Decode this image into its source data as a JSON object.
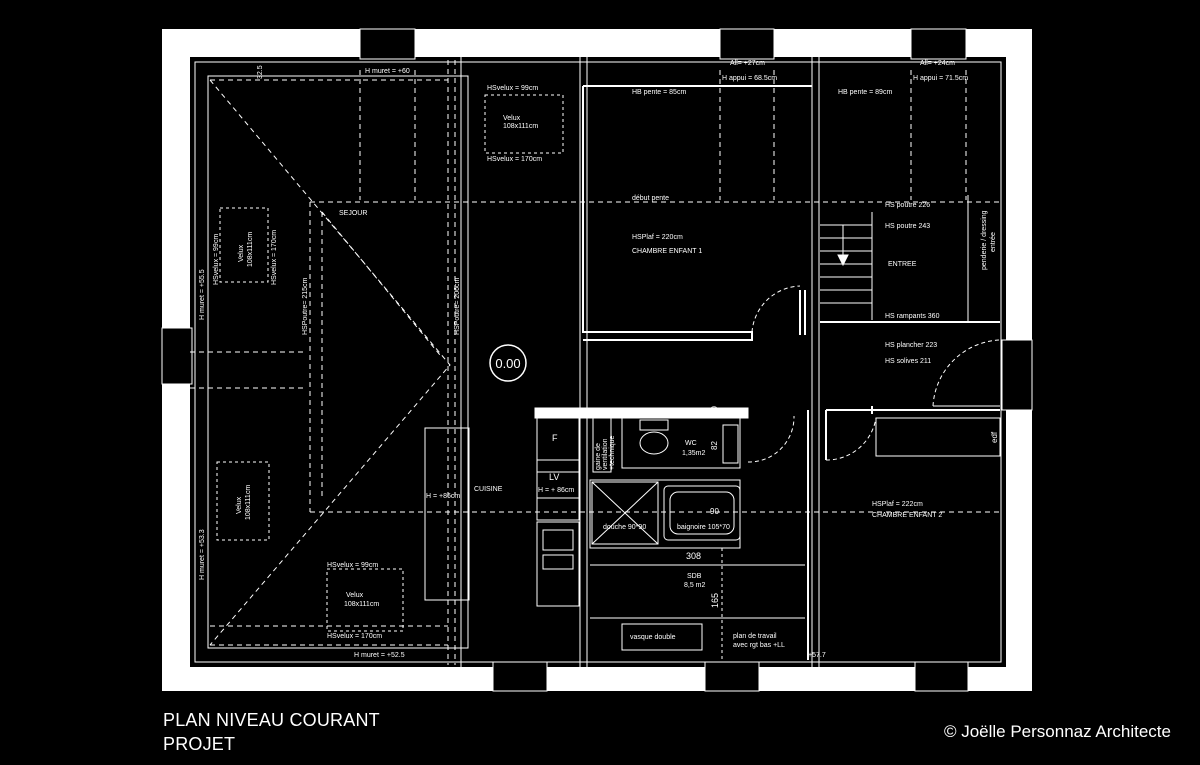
{
  "title": {
    "line1": "PLAN NIVEAU COURANT",
    "line2": "PROJET"
  },
  "copyright": "© Joëlle Personnaz Architecte",
  "level_marker": "0.00",
  "labels": {
    "h_muret_60": "H muret = +60",
    "dim_32": "32.5",
    "hs_velux_99_top": "HSvelux = 99cm",
    "velux_top_1": "Velux",
    "velux_top_2": "108x111cm",
    "hs_velux_170_top": "HSvelux = 170cm",
    "all_27": "All= +27cm",
    "h_appui_68": "H appui = 68.5cm",
    "all_24": "All= +24cm",
    "h_appui_71": "H appui = 71.5cm",
    "hb_pente_85": "HB pente = 85cm",
    "hb_pente_89": "HB pente = 89cm",
    "debut_pente": "début pente",
    "sejour": "SEJOUR",
    "hs_poutre_226": "HS poutre 226",
    "hs_poutre_243": "HS poutre 243",
    "entree": "ENTREE",
    "penderie": "penderie / dressing",
    "penderie_2": "entrée",
    "hsplaf_220": "HSPlaf = 220cm",
    "chambre_1": "CHAMBRE ENFANT 1",
    "hs_rampants": "HS rampants 360",
    "hs_plancher": "HS plancher 223",
    "hs_solives": "HS solives 211",
    "hs_velux_99_left": "HSvelux = 99cm",
    "velux_left_1": "Velux",
    "velux_left_2": "108x111cm",
    "hs_velux_170_left": "HSvelux = 170cm",
    "h_muret_555": "H muret = +55.5",
    "hs_poutre_215": "HSPoutre= 215cm",
    "hs_poutre_206": "HSPoutre= 206cm",
    "cuisine": "CUISINE",
    "h_86_left": "H = +86cm",
    "f": "F",
    "lv": "LV",
    "h_86_right": "H = + 86cm",
    "gaine_1": "gaine de",
    "gaine_2": "ventilation",
    "gaine_3": "+technique",
    "dim_10": "10",
    "dim_82": "82",
    "wc": "WC",
    "wc_area": "1,35m2",
    "edf": "edf",
    "douche": "douche 90*90",
    "dim_90": "90",
    "baignoire": "baignoire 105*70",
    "hsplaf_222": "HSPlaf = 222cm",
    "chambre_2": "CHAMBRE ENFANT 2",
    "dim_308": "308",
    "sdb": "SDB",
    "sdb_area": "8,5 m2",
    "dim_165": "165",
    "h_muret_533": "H muret = +53.3",
    "velux_lower_1": "Velux",
    "velux_lower_2": "108x111cm",
    "hs_velux_99_bottom": "HSvelux = 99cm",
    "velux_bottom_1": "Velux",
    "velux_bottom_2": "108x111cm",
    "hs_velux_170_bottom": "HSvelux = 170cm",
    "vasque": "vasque double",
    "plan_travail_1": "plan de travail",
    "plan_travail_2": "avec rgt bas +LL",
    "h_muret_525": "H muret = +52.5",
    "dim_577": "+57.7"
  }
}
